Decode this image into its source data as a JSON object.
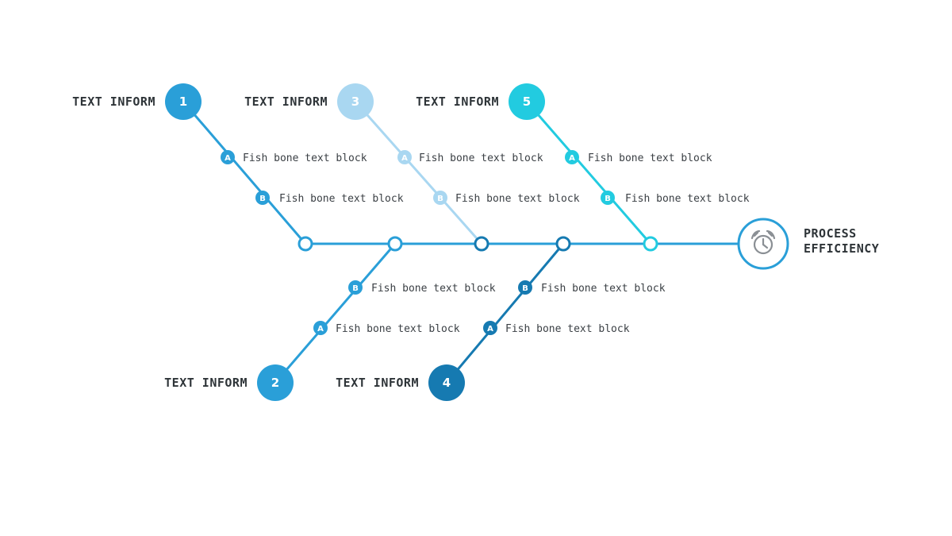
{
  "colors": {
    "spine": "#2a9fd8",
    "bone_1": "#2a9fd8",
    "bone_2": "#2a9fd8",
    "bone_3": "#a9d7f1",
    "bone_4": "#167ab1",
    "bone_5": "#22cbe0",
    "head_ring": "#2a9fd8",
    "clock_icon": "#8a8f94"
  },
  "head": {
    "line1": "PROCESS",
    "line2": "EFFICIENCY",
    "icon": "alarm-clock-icon"
  },
  "bones": [
    {
      "number": "1",
      "label": "TEXT INFORM",
      "items": [
        {
          "letter": "A",
          "text": "Fish bone text block"
        },
        {
          "letter": "B",
          "text": "Fish bone text block"
        }
      ]
    },
    {
      "number": "2",
      "label": "TEXT INFORM",
      "items": [
        {
          "letter": "B",
          "text": "Fish bone text block"
        },
        {
          "letter": "A",
          "text": "Fish bone text block"
        }
      ]
    },
    {
      "number": "3",
      "label": "TEXT INFORM",
      "items": [
        {
          "letter": "A",
          "text": "Fish bone text block"
        },
        {
          "letter": "B",
          "text": "Fish bone text block"
        }
      ]
    },
    {
      "number": "4",
      "label": "TEXT INFORM",
      "items": [
        {
          "letter": "B",
          "text": "Fish bone text block"
        },
        {
          "letter": "A",
          "text": "Fish bone text block"
        }
      ]
    },
    {
      "number": "5",
      "label": "TEXT INFORM",
      "items": [
        {
          "letter": "A",
          "text": "Fish bone text block"
        },
        {
          "letter": "B",
          "text": "Fish bone text block"
        }
      ]
    }
  ]
}
